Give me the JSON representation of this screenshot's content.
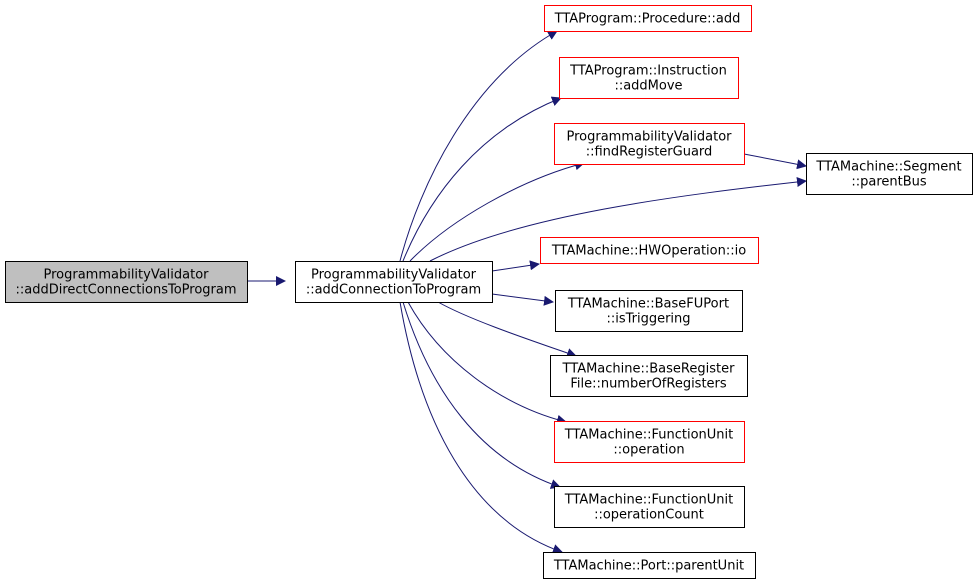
{
  "colors": {
    "edge": "#191970",
    "border_normal": "#000000",
    "border_truncated": "#ff0000",
    "root_fill": "#bfbfbf",
    "node_fill": "#ffffff"
  },
  "nodes": [
    {
      "id": "root",
      "kind": "root",
      "lines": [
        "ProgrammabilityValidator",
        "::addDirectConnectionsToProgram"
      ]
    },
    {
      "id": "add_connection",
      "kind": "normal",
      "lines": [
        "ProgrammabilityValidator",
        "::addConnectionToProgram"
      ]
    },
    {
      "id": "procedure_add",
      "kind": "truncated",
      "lines": [
        "TTAProgram::Procedure::add"
      ]
    },
    {
      "id": "instruction_addmove",
      "kind": "truncated",
      "lines": [
        "TTAProgram::Instruction",
        "::addMove"
      ]
    },
    {
      "id": "find_register_guard",
      "kind": "truncated",
      "lines": [
        "ProgrammabilityValidator",
        "::findRegisterGuard"
      ]
    },
    {
      "id": "segment_parentbus",
      "kind": "normal",
      "lines": [
        "TTAMachine::Segment",
        "::parentBus"
      ]
    },
    {
      "id": "hwoperation_io",
      "kind": "truncated",
      "lines": [
        "TTAMachine::HWOperation::io"
      ]
    },
    {
      "id": "basefuport_istriggering",
      "kind": "normal",
      "lines": [
        "TTAMachine::BaseFUPort",
        "::isTriggering"
      ]
    },
    {
      "id": "baseregisterfile_numberofregisters",
      "kind": "normal",
      "lines": [
        "TTAMachine::BaseRegister",
        "File::numberOfRegisters"
      ]
    },
    {
      "id": "functionunit_operation",
      "kind": "truncated",
      "lines": [
        "TTAMachine::FunctionUnit",
        "::operation"
      ]
    },
    {
      "id": "functionunit_operationcount",
      "kind": "normal",
      "lines": [
        "TTAMachine::FunctionUnit",
        "::operationCount"
      ]
    },
    {
      "id": "port_parentunit",
      "kind": "normal",
      "lines": [
        "TTAMachine::Port::parentUnit"
      ]
    }
  ],
  "edges": [
    {
      "from": "root",
      "to": "add_connection"
    },
    {
      "from": "add_connection",
      "to": "procedure_add"
    },
    {
      "from": "add_connection",
      "to": "instruction_addmove"
    },
    {
      "from": "add_connection",
      "to": "find_register_guard"
    },
    {
      "from": "add_connection",
      "to": "segment_parentbus"
    },
    {
      "from": "add_connection",
      "to": "hwoperation_io"
    },
    {
      "from": "add_connection",
      "to": "basefuport_istriggering"
    },
    {
      "from": "add_connection",
      "to": "baseregisterfile_numberofregisters"
    },
    {
      "from": "add_connection",
      "to": "functionunit_operation"
    },
    {
      "from": "add_connection",
      "to": "functionunit_operationcount"
    },
    {
      "from": "add_connection",
      "to": "port_parentunit"
    },
    {
      "from": "find_register_guard",
      "to": "segment_parentbus"
    }
  ]
}
